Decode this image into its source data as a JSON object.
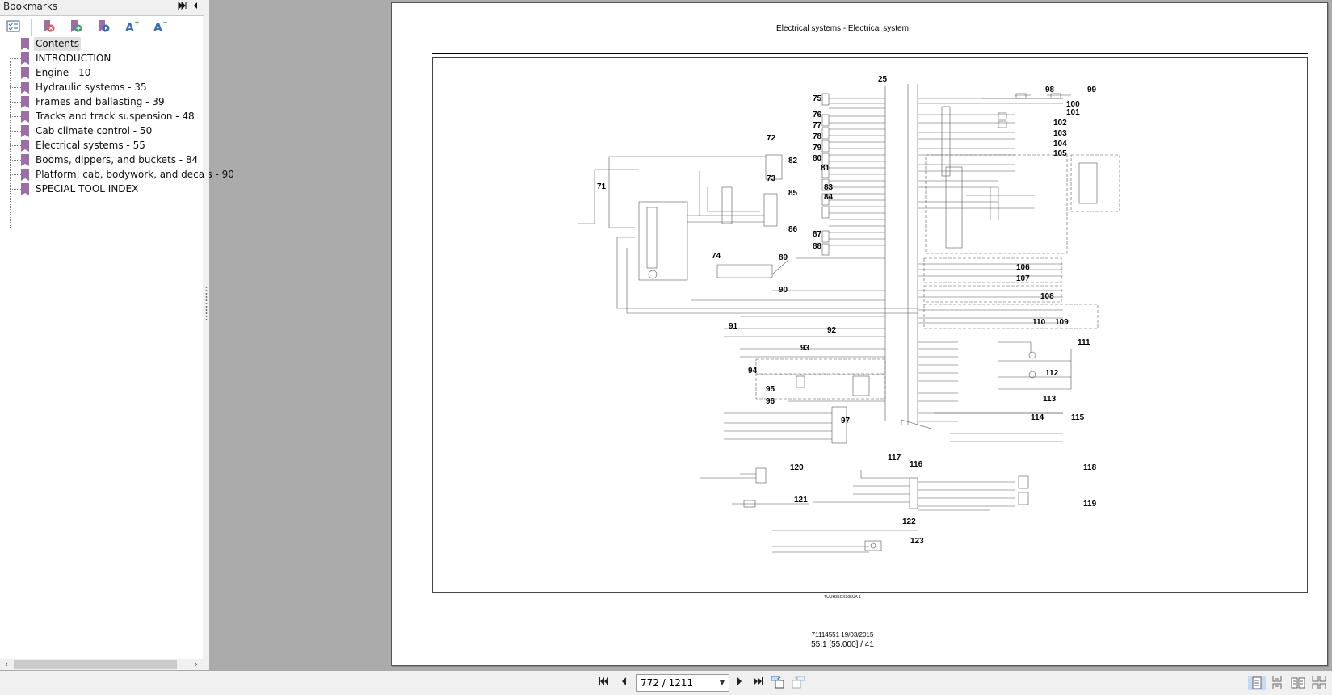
{
  "sidebar": {
    "title": "Bookmarks",
    "header_buttons": [
      {
        "name": "expand-panel-icon",
        "glyph": "⏩"
      },
      {
        "name": "collapse-panel-icon",
        "glyph": "◀"
      }
    ],
    "toolbar": [
      {
        "name": "bookmark-options-icon"
      },
      {
        "name": "delete-bookmark-icon"
      },
      {
        "name": "add-bookmark-icon"
      },
      {
        "name": "goto-bookmark-icon"
      },
      {
        "name": "increase-font-icon",
        "label": "A+"
      },
      {
        "name": "decrease-font-icon",
        "label": "A-"
      }
    ],
    "bookmarks": [
      {
        "label": "Contents",
        "selected": true
      },
      {
        "label": "INTRODUCTION"
      },
      {
        "label": "Engine - 10"
      },
      {
        "label": "Hydraulic systems - 35"
      },
      {
        "label": "Frames and ballasting - 39"
      },
      {
        "label": "Tracks and track suspension - 48"
      },
      {
        "label": "Cab climate control - 50"
      },
      {
        "label": "Electrical systems - 55"
      },
      {
        "label": "Booms, dippers, and buckets - 84"
      },
      {
        "label": "Platform, cab, bodywork, and decals - 90"
      },
      {
        "label": "SPECIAL TOOL INDEX"
      }
    ],
    "bookmark_color": "#9b6ea6"
  },
  "page": {
    "title": "Electrical systems - Electrical system",
    "figure_caption": "TUUH35CX305UA      1",
    "doc_number": "71114551 19/03/2015",
    "page_ref": "55.1 [55.000] / 41",
    "diagram_refs": [
      "25",
      "71",
      "72",
      "73",
      "74",
      "75",
      "76",
      "77",
      "78",
      "79",
      "80",
      "81",
      "82",
      "83",
      "84",
      "85",
      "86",
      "87",
      "88",
      "89",
      "90",
      "91",
      "92",
      "93",
      "94",
      "95",
      "96",
      "97",
      "98",
      "99",
      "100",
      "101",
      "102",
      "103",
      "104",
      "105",
      "106",
      "107",
      "108",
      "109",
      "110",
      "111",
      "112",
      "113",
      "114",
      "115",
      "116",
      "117",
      "118",
      "119",
      "120",
      "121",
      "122",
      "123"
    ]
  },
  "navigation": {
    "current_page": "772",
    "total_pages": "1211",
    "page_display": "772 / 1211",
    "buttons": [
      "first-page",
      "previous-page",
      "next-page",
      "last-page",
      "previous-view",
      "next-view"
    ]
  },
  "view_modes": [
    {
      "name": "single-page",
      "active": true
    },
    {
      "name": "continuous"
    },
    {
      "name": "facing"
    },
    {
      "name": "continuous-facing"
    }
  ]
}
